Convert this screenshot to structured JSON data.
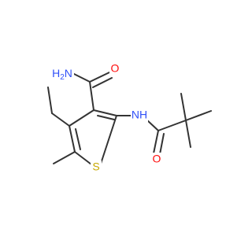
{
  "molecule": {
    "atoms": {
      "amide_nh2": "H2N",
      "amide_o": "O",
      "amide_nh": "NH",
      "pivaloyl_o": "O",
      "ring_s": "S"
    },
    "colors": {
      "bond": "#333333",
      "nitrogen": "#3050f8",
      "oxygen": "#ff0d0d",
      "sulfur": "#c8a800",
      "background": "#ffffff"
    }
  }
}
